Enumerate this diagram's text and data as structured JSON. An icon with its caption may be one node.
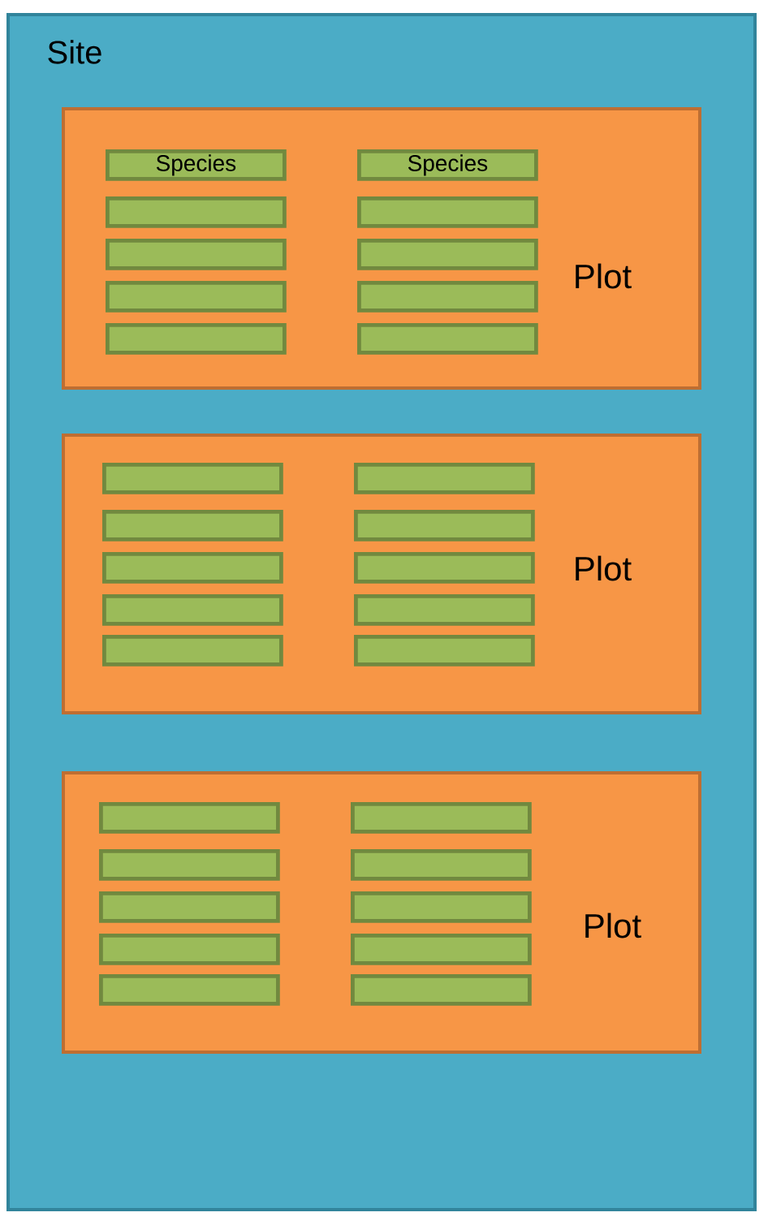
{
  "diagram": {
    "nodes": [
      {
        "text": [
          "Site"
        ]
      },
      {
        "text": [
          "Plot"
        ],
        "in": 0
      },
      {
        "text": [
          "Species"
        ],
        "in": 1
      },
      {
        "text": [
          "Species"
        ],
        "in": 1
      },
      {
        "text": [],
        "shape": "bar",
        "in": 1
      },
      {
        "text": [],
        "shape": "bar",
        "in": 1
      },
      {
        "text": [],
        "shape": "bar",
        "in": 1
      },
      {
        "text": [],
        "shape": "bar",
        "in": 1
      },
      {
        "text": [],
        "shape": "bar",
        "in": 1
      },
      {
        "text": [],
        "shape": "bar",
        "in": 1
      },
      {
        "text": [],
        "shape": "bar",
        "in": 1
      },
      {
        "text": [],
        "shape": "bar",
        "in": 1
      },
      {
        "text": [
          "Plot"
        ],
        "in": 0
      },
      {
        "text": [],
        "shape": "bar",
        "in": 12
      },
      {
        "text": [],
        "shape": "bar",
        "in": 12
      },
      {
        "text": [],
        "shape": "bar",
        "in": 12
      },
      {
        "text": [],
        "shape": "bar",
        "in": 12
      },
      {
        "text": [],
        "shape": "bar",
        "in": 12
      },
      {
        "text": [],
        "shape": "bar",
        "in": 12
      },
      {
        "text": [],
        "shape": "bar",
        "in": 12
      },
      {
        "text": [],
        "shape": "bar",
        "in": 12
      },
      {
        "text": [],
        "shape": "bar",
        "in": 12
      },
      {
        "text": [],
        "shape": "bar",
        "in": 12
      },
      {
        "text": [
          "Plot"
        ],
        "in": 0
      },
      {
        "text": [],
        "shape": "bar",
        "in": 23
      },
      {
        "text": [],
        "shape": "bar",
        "in": 23
      },
      {
        "text": [],
        "shape": "bar",
        "in": 23
      },
      {
        "text": [],
        "shape": "bar",
        "in": 23
      },
      {
        "text": [],
        "shape": "bar",
        "in": 23
      },
      {
        "text": [],
        "shape": "bar",
        "in": 23
      },
      {
        "text": [],
        "shape": "bar",
        "in": 23
      },
      {
        "text": [],
        "shape": "bar",
        "in": 23
      },
      {
        "text": [],
        "shape": "bar",
        "in": 23
      },
      {
        "text": [],
        "shape": "bar",
        "in": 23
      }
    ]
  }
}
